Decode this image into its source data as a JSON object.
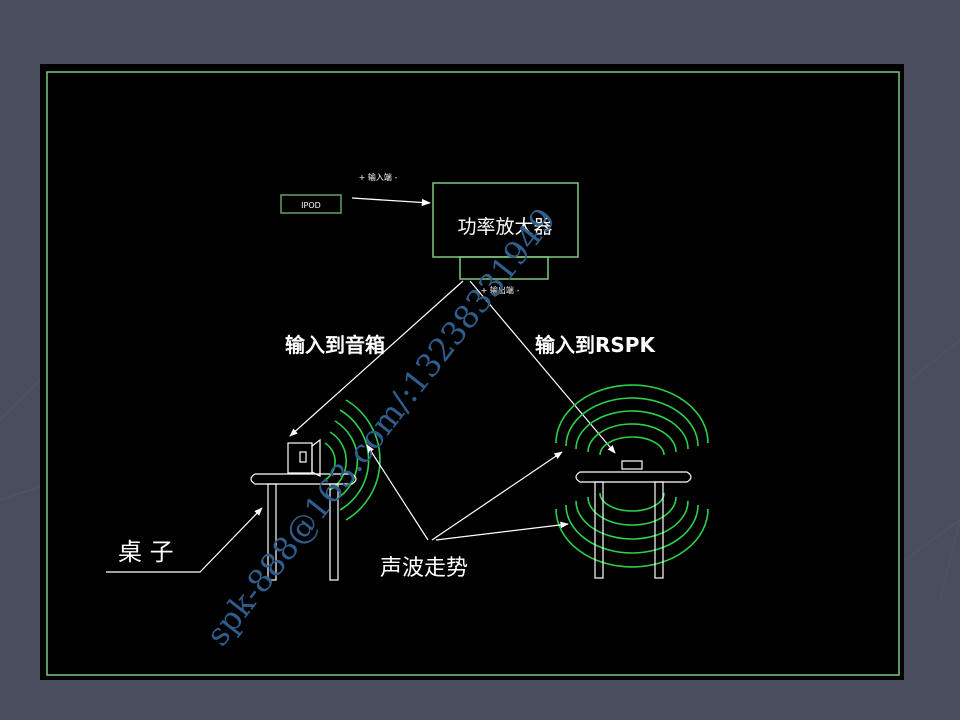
{
  "diagram": {
    "source_label": "IPOD",
    "input_label": "+ 输入端 -",
    "amplifier_label": "功率放大器",
    "output_label": "+ 输出端 -",
    "left_speaker_label": "输入到音箱",
    "right_speaker_label": "输入到RSPK",
    "table_label": "桌 子",
    "sound_label": "声波走势",
    "watermark": "spk-888@163.com/:13238331949"
  },
  "colors": {
    "slide_bg": "#4a4d5e",
    "cad_bg": "#000000",
    "frame": "#7ec87e",
    "box": "#7ec87e",
    "wave": "#2fcf4a",
    "line": "#ffffff",
    "watermark": "#2f5d8c"
  }
}
